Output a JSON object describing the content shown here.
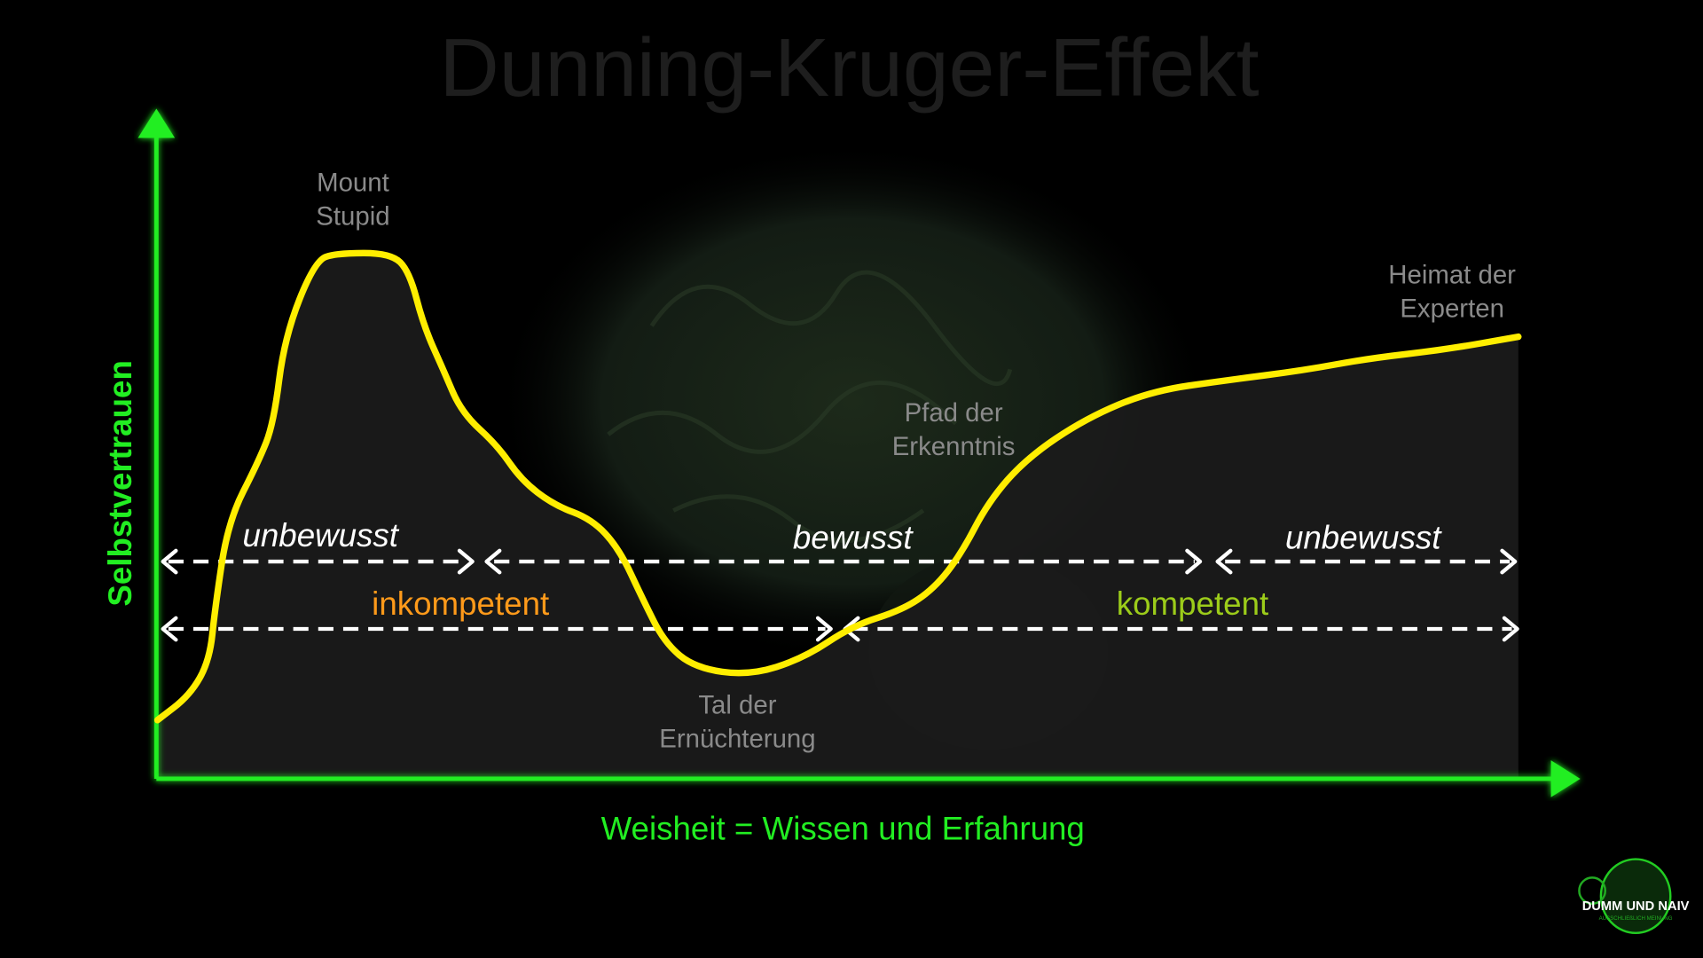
{
  "title": "Dunning-Kruger-Effekt",
  "y_axis_label": "Selbstvertrauen",
  "x_axis_label": "Weisheit = Wissen und Erfahrung",
  "annotations": {
    "peak": [
      "Mount",
      "Stupid"
    ],
    "valley": [
      "Tal der",
      "Ernüchterung"
    ],
    "slope": [
      "Pfad der",
      "Erkenntnis"
    ],
    "plateau": [
      "Heimat der",
      "Experten"
    ]
  },
  "ranges": {
    "awareness": [
      "unbewusst",
      "bewusst",
      "unbewusst"
    ],
    "competence": [
      "inkompetent",
      "kompetent"
    ]
  },
  "logo": {
    "text": "DUMM UND NAIV",
    "subtitle": "AUSSCHLIEßLICH MEINUNG"
  },
  "colors": {
    "axis": "#22ee22",
    "curve": "#ffee00",
    "inkompetent": "#ff9a1a",
    "kompetent": "#9ccc1a",
    "title": "#1e1e1e"
  }
}
